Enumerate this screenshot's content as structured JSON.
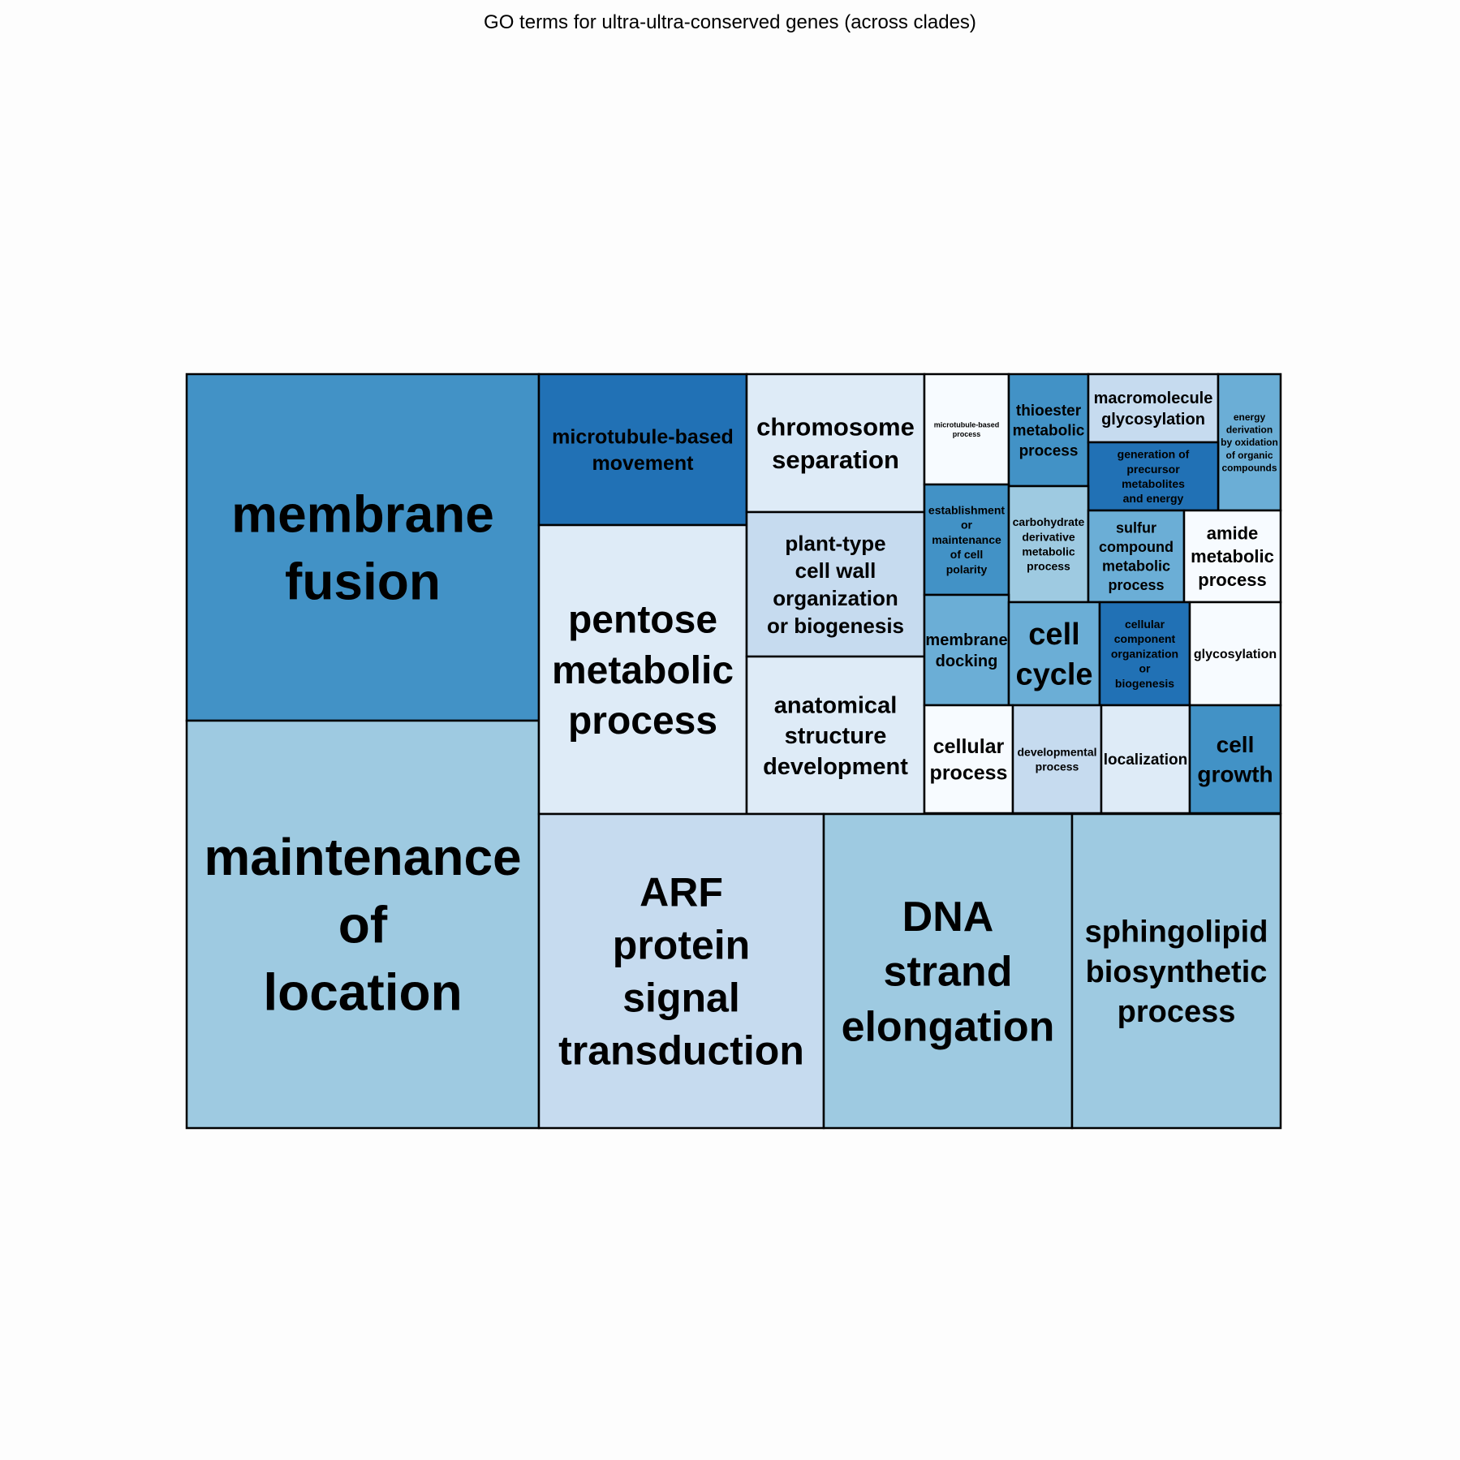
{
  "chart_data": {
    "type": "treemap",
    "title": "GO terms for ultra-ultra-conserved genes (across clades)",
    "tiles": [
      {
        "label": "membrane fusion",
        "lines": [
          "membrane",
          "fusion"
        ],
        "color": "#4292c6"
      },
      {
        "label": "maintenance of location",
        "lines": [
          "maintenance",
          "of",
          "location"
        ],
        "color": "#9ecae1"
      },
      {
        "label": "microtubule-based movement",
        "lines": [
          "microtubule-based",
          "movement"
        ],
        "color": "#2171b5"
      },
      {
        "label": "pentose metabolic process",
        "lines": [
          "pentose",
          "metabolic",
          "process"
        ],
        "color": "#deebf7"
      },
      {
        "label": "chromosome separation",
        "lines": [
          "chromosome",
          "separation"
        ],
        "color": "#deebf7"
      },
      {
        "label": "plant-type cell wall organization or biogenesis",
        "lines": [
          "plant-type",
          "cell wall",
          "organization",
          "or biogenesis"
        ],
        "color": "#c6dbef"
      },
      {
        "label": "anatomical structure development",
        "lines": [
          "anatomical",
          "structure",
          "development"
        ],
        "color": "#deebf7"
      },
      {
        "label": "microtubule-based process",
        "lines": [
          "microtubule-based",
          "process"
        ],
        "color": "#f7fbff"
      },
      {
        "label": "thioester metabolic process",
        "lines": [
          "thioester",
          "metabolic",
          "process"
        ],
        "color": "#4292c6"
      },
      {
        "label": "macromolecule glycosylation",
        "lines": [
          "macromolecule",
          "glycosylation"
        ],
        "color": "#c6dbef"
      },
      {
        "label": "energy derivation by oxidation of organic compounds",
        "lines": [
          "energy",
          "derivation",
          "by oxidation",
          "of organic",
          "compounds"
        ],
        "color": "#6baed6"
      },
      {
        "label": "generation of precursor metabolites and energy",
        "lines": [
          "generation of",
          "precursor",
          "metabolites",
          "and energy"
        ],
        "color": "#2171b5"
      },
      {
        "label": "establishment or maintenance of cell polarity",
        "lines": [
          "establishment",
          "or",
          "maintenance",
          "of cell",
          "polarity"
        ],
        "color": "#4292c6"
      },
      {
        "label": "carbohydrate derivative metabolic process",
        "lines": [
          "carbohydrate",
          "derivative",
          "metabolic",
          "process"
        ],
        "color": "#9ecae1"
      },
      {
        "label": "sulfur compound metabolic process",
        "lines": [
          "sulfur",
          "compound",
          "metabolic",
          "process"
        ],
        "color": "#6baed6"
      },
      {
        "label": "amide metabolic process",
        "lines": [
          "amide",
          "metabolic",
          "process"
        ],
        "color": "#f7fbff"
      },
      {
        "label": "membrane docking",
        "lines": [
          "membrane",
          "docking"
        ],
        "color": "#6baed6"
      },
      {
        "label": "cell cycle",
        "lines": [
          "cell",
          "cycle"
        ],
        "color": "#6baed6"
      },
      {
        "label": "cellular component organization or biogenesis",
        "lines": [
          "cellular",
          "component",
          "organization",
          "or",
          "biogenesis"
        ],
        "color": "#2171b5"
      },
      {
        "label": "glycosylation",
        "lines": [
          "glycosylation"
        ],
        "color": "#f7fbff"
      },
      {
        "label": "cellular process",
        "lines": [
          "cellular",
          "process"
        ],
        "color": "#f7fbff"
      },
      {
        "label": "developmental process",
        "lines": [
          "developmental",
          "process"
        ],
        "color": "#c6dbef"
      },
      {
        "label": "localization",
        "lines": [
          "localization"
        ],
        "color": "#deebf7"
      },
      {
        "label": "cell growth",
        "lines": [
          "cell",
          "growth"
        ],
        "color": "#4292c6"
      },
      {
        "label": "ARF protein signal transduction",
        "lines": [
          "ARF",
          "protein",
          "signal",
          "transduction"
        ],
        "color": "#c6dbef"
      },
      {
        "label": "DNA strand elongation",
        "lines": [
          "DNA",
          "strand",
          "elongation"
        ],
        "color": "#9ecae1"
      },
      {
        "label": "sphingolipid biosynthetic process",
        "lines": [
          "sphingolipid",
          "biosynthetic",
          "process"
        ],
        "color": "#9ecae1"
      }
    ]
  }
}
